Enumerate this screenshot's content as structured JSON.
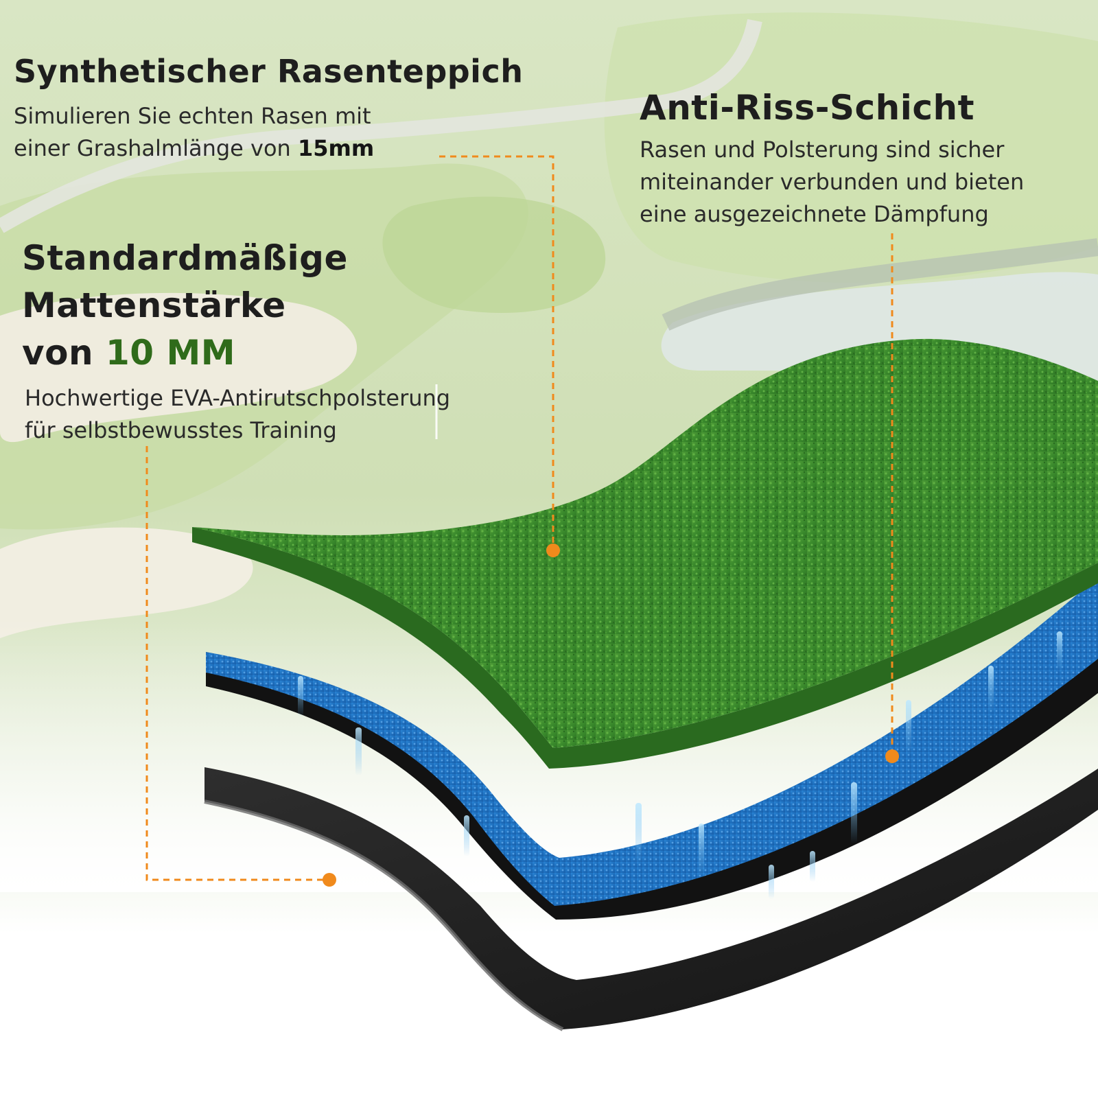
{
  "features": {
    "turf": {
      "title": "Synthetischer Rasenteppich",
      "line1": "Simulieren Sie echten Rasen mit",
      "line2_prefix": "einer Grashalmlänge von ",
      "line2_highlight": "15mm"
    },
    "anti_tear": {
      "title": "Anti-Riss-Schicht",
      "line1": "Rasen und Polsterung sind sicher",
      "line2": "miteinander verbunden und bieten",
      "line3": "eine ausgezeichnete Dämpfung"
    },
    "thickness": {
      "title_line1": "Standardmäßige",
      "title_line2": "Mattenstärke",
      "title_line3_prefix": "von ",
      "title_line3_highlight": "10 MM",
      "line1": "Hochwertige EVA-Antirutschpolsterung",
      "line2": "für selbstbewusstes Training"
    }
  },
  "colors": {
    "callout_line": "#f08a1c",
    "accent_text": "#2f6b1a",
    "turf_green": "#3e8e2e",
    "foam_blue": "#1f78c8",
    "rubber_black": "#1c1c1c"
  }
}
